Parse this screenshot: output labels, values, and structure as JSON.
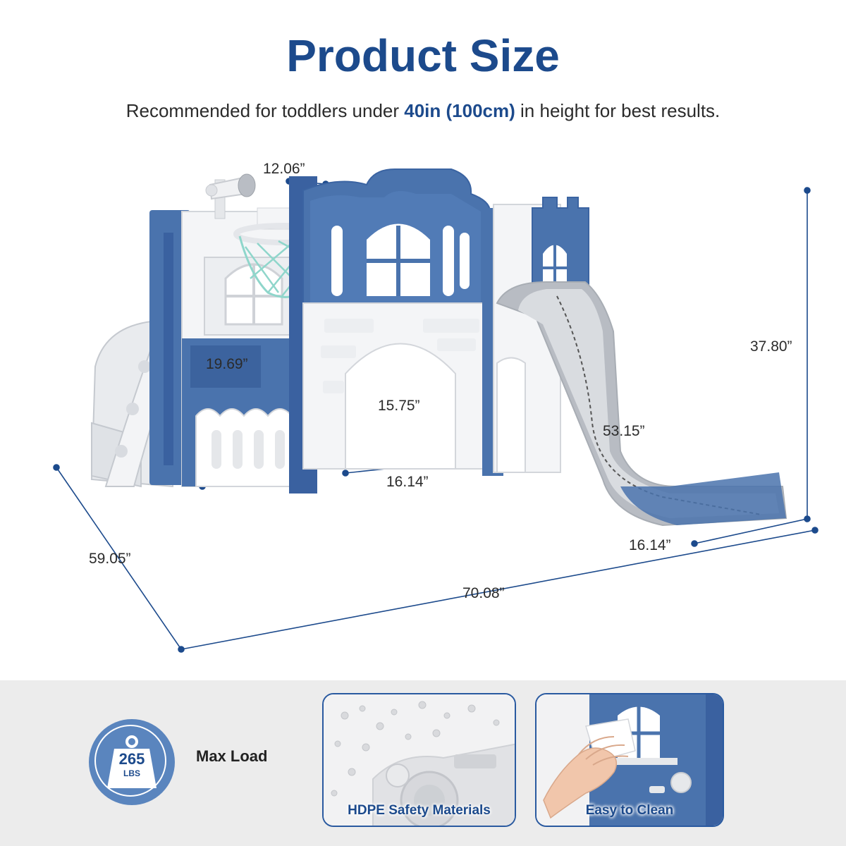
{
  "header": {
    "title": "Product Size",
    "subtitle_pre": "Recommended for toddlers under ",
    "subtitle_highlight": "40in (100cm)",
    "subtitle_post": " in height for best results."
  },
  "dimensions": {
    "top_depth": "12.06”",
    "window_height": "19.69”",
    "arch_height": "15.75”",
    "arch_width": "16.14”",
    "slide_length": "53.15”",
    "total_height": "37.80”",
    "slide_width": "16.14”",
    "depth": "59.05”",
    "length": "70.08”"
  },
  "features": {
    "load_value": "265",
    "load_unit": "LBS",
    "load_label": "Max Load",
    "material_label": "HDPE Safety Materials",
    "clean_label": "Easy to Clean"
  },
  "colors": {
    "brand_blue": "#1c4a8c",
    "panel_blue": "#4a73ad",
    "panel_white": "#f4f5f7",
    "accent_gray": "#c9ccd1"
  }
}
